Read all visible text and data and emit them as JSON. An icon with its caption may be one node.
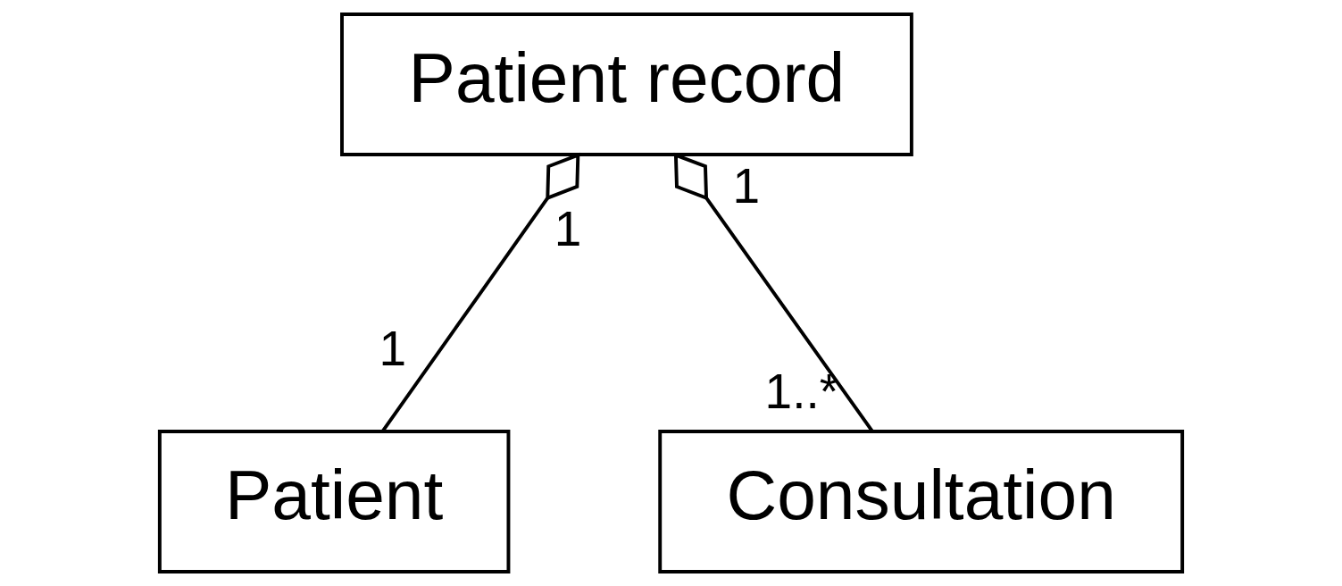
{
  "diagram": {
    "nodes": [
      {
        "text": [
          "Patient record"
        ]
      },
      {
        "text": [
          "Patient"
        ]
      },
      {
        "text": [
          "Consultation"
        ]
      }
    ],
    "edges": [
      {
        "from": 1,
        "to": 0,
        "arrow": "other"
      },
      {
        "from": 2,
        "to": 0,
        "arrow": "other"
      }
    ],
    "labels": [
      "1",
      "1",
      "1",
      "1..*"
    ]
  }
}
